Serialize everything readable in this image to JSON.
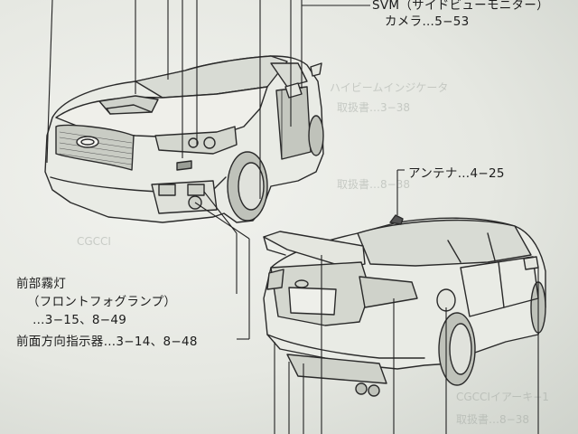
{
  "labels": {
    "svm_line1": "SVM（サイドビューモニター）",
    "svm_line2": "カメラ…5−53",
    "antenna": "アンテナ…4−25",
    "fog_title": "前部霧灯",
    "fog_sub": "（フロントフォグランプ）",
    "fog_ref": "…3−15、8−49",
    "turn": "前面方向指示器…3−14、8−48"
  },
  "ghost_text": [
    "ハイビームインジケータ",
    "取扱書…3−38",
    "取扱書…8−38",
    "CGCCI",
    "CGCCIイアーキ−1",
    "取扱書…8−38"
  ]
}
